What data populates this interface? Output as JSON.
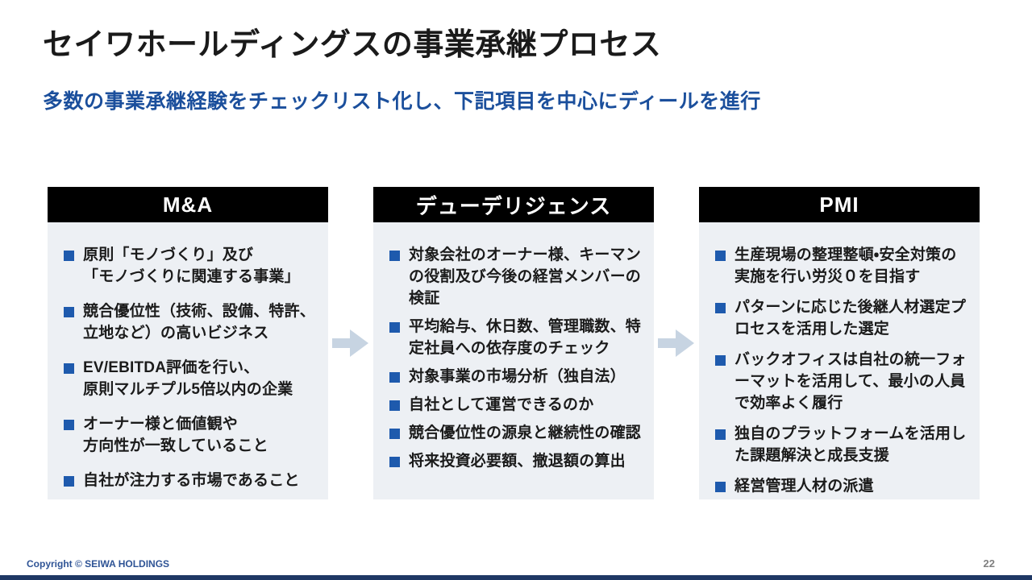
{
  "slide": {
    "title": "セイワホールディングスの事業承継プロセス",
    "subtitle": "多数の事業承継経験をチェックリスト化し、下記項目を中心にディールを進行"
  },
  "columns": [
    {
      "header": "M&A",
      "items": [
        "原則「モノづくり」及び\n「モノづくりに関連する事業」",
        "競合優位性（技術、設備、特許、立地など）の高いビジネス",
        "EV/EBITDA評価を行い、\n原則マルチプル5倍以内の企業",
        "オーナー様と価値観や\n方向性が一致していること",
        "自社が注力する市場であること"
      ]
    },
    {
      "header": "デューデリジェンス",
      "items": [
        "対象会社のオーナー様、キーマンの役割及び今後の経営メンバーの検証",
        "平均給与、休日数、管理職数、特定社員への依存度のチェック",
        "対象事業の市場分析（独自法）",
        "自社として運営できるのか",
        "競合優位性の源泉と継続性の確認",
        "将来投資必要額、撤退額の算出"
      ]
    },
    {
      "header": "PMI",
      "items": [
        "生産現場の整理整頓・安全対策の実施を行い労災０を目指す",
        "パターンに応じた後継人材選定プロセスを活用した選定",
        "バックオフィスは自社の統一フォーマットを活用して、最小の人員で効率よく履行",
        "独自のプラットフォームを活用した課題解決と成長支援",
        "経営管理人材の派遣"
      ]
    }
  ],
  "arrows": {
    "glyph": "→",
    "color": "#c7d4e2"
  },
  "footer": {
    "copyright": "Copyright © SEIWA HOLDINGS",
    "page_number": "22"
  },
  "colors": {
    "title_text": "#1a1a1a",
    "subtitle_text": "#1b4f9c",
    "header_bg": "#000000",
    "header_text": "#ffffff",
    "panel_bg": "#edf0f4",
    "bullet": "#1e5aad",
    "arrow": "#c7d4e2",
    "footer_text": "#2e5395",
    "page_number_text": "#808080",
    "bottom_bar": "#1f3864"
  }
}
